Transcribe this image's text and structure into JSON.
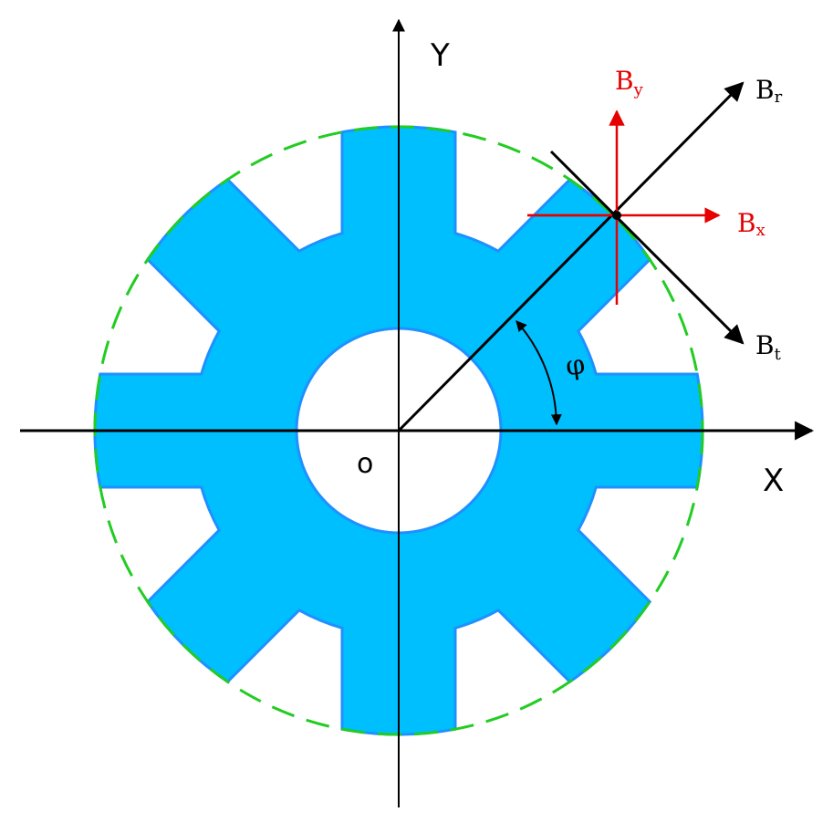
{
  "axes": {
    "x_label": "X",
    "y_label": "Y",
    "origin_label": "o"
  },
  "vectors": {
    "radial": {
      "label": "B",
      "sub": "r",
      "color": "#000000"
    },
    "tangential": {
      "label": "B",
      "sub": "t",
      "color": "#000000"
    },
    "x_component": {
      "label": "B",
      "sub": "x",
      "color": "#e60000"
    },
    "y_component": {
      "label": "B",
      "sub": "y",
      "color": "#e60000"
    }
  },
  "angle": {
    "symbol": "φ"
  },
  "colors": {
    "rotor_fill": "#00bfff",
    "rotor_edge": "#1e90ff",
    "air_gap_circle": "#22cc22",
    "axes": "#000000",
    "components": "#e60000"
  },
  "shape": {
    "teeth": 8,
    "description_icon": "gear-rotor"
  }
}
